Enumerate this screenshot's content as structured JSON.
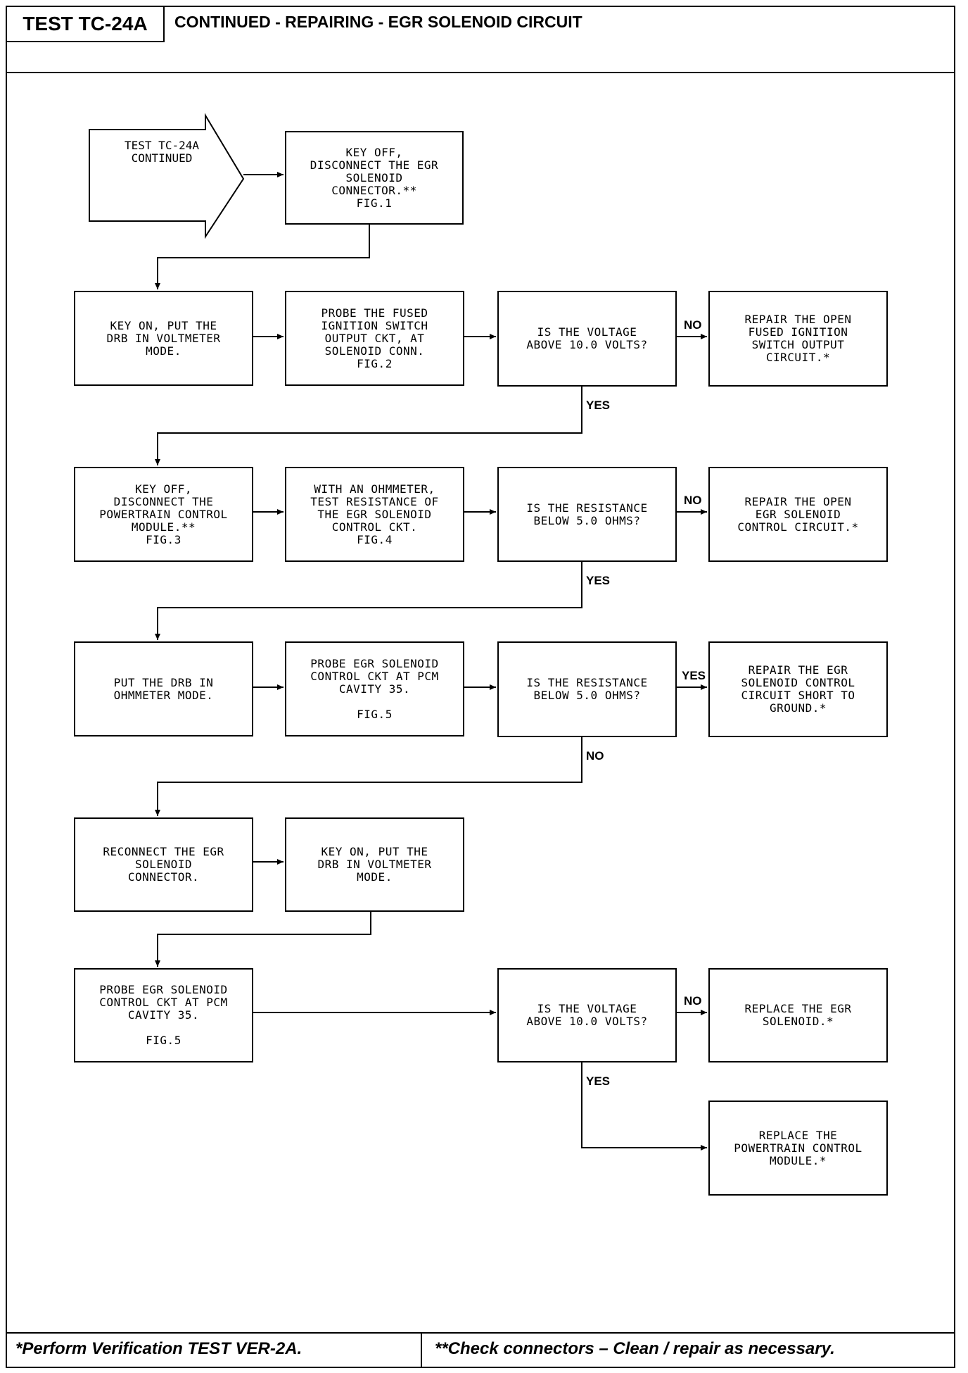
{
  "header": {
    "test_id": "TEST TC-24A",
    "title": "CONTINUED - REPAIRING - EGR SOLENOID CIRCUIT"
  },
  "start": {
    "text": "TEST TC-24A\nCONTINUED"
  },
  "steps": {
    "s1": "KEY OFF,\nDISCONNECT THE EGR\nSOLENOID\nCONNECTOR.**\nFIG.1",
    "s2": "KEY ON, PUT THE\nDRB IN VOLTMETER\nMODE.",
    "s3": "PROBE THE FUSED\nIGNITION SWITCH\nOUTPUT CKT, AT\nSOLENOID CONN.\nFIG.2",
    "s4": "IS THE VOLTAGE\nABOVE 10.0 VOLTS?",
    "s5": "REPAIR THE OPEN\nFUSED IGNITION\nSWITCH OUTPUT\nCIRCUIT.*",
    "s6": "KEY OFF,\nDISCONNECT THE\nPOWERTRAIN CONTROL\nMODULE.**\nFIG.3",
    "s7": "WITH AN OHMMETER,\nTEST RESISTANCE OF\nTHE EGR SOLENOID\nCONTROL CKT.\nFIG.4",
    "s8": "IS THE RESISTANCE\nBELOW 5.0 OHMS?",
    "s9": "REPAIR THE OPEN\nEGR SOLENOID\nCONTROL CIRCUIT.*",
    "s10": "PUT THE DRB IN\nOHMMETER MODE.",
    "s11": "PROBE EGR SOLENOID\nCONTROL CKT AT PCM\nCAVITY 35.\n\nFIG.5",
    "s12": "IS THE RESISTANCE\nBELOW 5.0 OHMS?",
    "s13": "REPAIR THE EGR\nSOLENOID CONTROL\nCIRCUIT SHORT TO\nGROUND.*",
    "s14": "RECONNECT THE EGR\nSOLENOID\nCONNECTOR.",
    "s15": "KEY ON, PUT THE\nDRB IN VOLTMETER\nMODE.",
    "s16": "PROBE EGR SOLENOID\nCONTROL CKT AT PCM\nCAVITY 35.\n\nFIG.5",
    "s17": "IS THE VOLTAGE\nABOVE 10.0 VOLTS?",
    "s18": "REPLACE THE EGR\nSOLENOID.*",
    "s19": "REPLACE THE\nPOWERTRAIN CONTROL\nMODULE.*"
  },
  "branch_labels": {
    "no1": "NO",
    "yes1": "YES",
    "no2": "NO",
    "yes2": "YES",
    "yes3": "YES",
    "no3": "NO",
    "no4": "NO",
    "yes4": "YES"
  },
  "footer": {
    "note_left": "*Perform Verification TEST VER-2A.",
    "note_right": "**Check connectors – Clean / repair as necessary."
  }
}
